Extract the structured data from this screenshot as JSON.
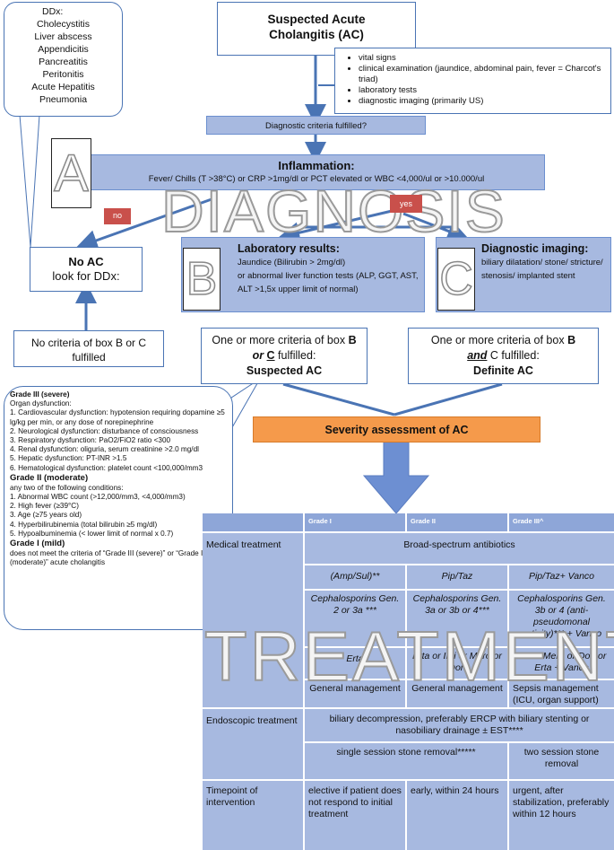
{
  "ddx": {
    "title": "DDx:",
    "items": [
      "Cholecystitis",
      "Liver abscess",
      "Appendicitis",
      "Pancreatitis",
      "Peritonitis",
      "Acute Hepatitis",
      "Pneumonia"
    ]
  },
  "top": {
    "title_line1": "Suspected Acute",
    "title_line2": "Cholangitis (AC)"
  },
  "checks": [
    "vital signs",
    "clinical examination (jaundice, abdominal pain, fever = Charcot's triad)",
    "laboratory tests",
    "diagnostic imaging (primarily US)"
  ],
  "criteria_question": "Diagnostic criteria fulfilled?",
  "inflammation": {
    "title": "Inflammation:",
    "text": "Fever/ Chills (T >38°C) or CRP >1mg/dl or PCT elevated or WBC <4,000/ul or >10.000/ul"
  },
  "labels": {
    "no": "no",
    "yes": "yes"
  },
  "letters": {
    "a": "A",
    "b": "B",
    "c": "C"
  },
  "watermarks": {
    "diagnosis": "DIAGNOSIS",
    "treatment": "TREATMENT"
  },
  "no_ac": {
    "title": "No AC",
    "sub": "look for DDx:"
  },
  "no_criteria": "No criteria of box B or C fulfilled",
  "lab": {
    "title": "Laboratory results:",
    "line1": "Jaundice (Bilirubin > 2mg/dl)",
    "line2": "or abnormal liver function tests (ALP, GGT, AST, ALT >1,5x upper limit of normal)"
  },
  "imaging": {
    "title": "Diagnostic imaging:",
    "text": "biliary dilatation/ stone/ stricture/ stenosis/ implanted stent"
  },
  "suspected": {
    "line1a": "One or more criteria of box ",
    "line1b": "B",
    "line2a": "or",
    "line2b": "C",
    "line2c": " fulfilled:",
    "result": "Suspected AC"
  },
  "definite": {
    "line1a": "One or more criteria of box ",
    "line1b": "B",
    "line2a": "and",
    "line2b": " C fulfilled:",
    "result": "Definite AC"
  },
  "severity": "Severity assessment of AC",
  "grades": {
    "g3_title": "Grade III (severe)",
    "g3_intro": "Organ dysfunction:",
    "g3_items": [
      "1. Cardiovascular dysfunction: hypotension requiring dopamine ≥5 lg/kg per min, or any dose of norepinephrine",
      "2. Neurological dysfunction: disturbance of consciousness",
      "3. Respiratory dysfunction: PaO2/FiO2 ratio <300",
      "4. Renal dysfunction: oliguria, serum creatinine >2.0 mg/dl",
      "5. Hepatic dysfunction: PT-INR >1.5",
      "6. Hematological dysfunction: platelet count <100,000/mm3"
    ],
    "g2_title": "Grade II (moderate)",
    "g2_intro": "any two of the following conditions:",
    "g2_items": [
      "1. Abnormal WBC count (>12,000/mm3, <4,000/mm3)",
      "2. High fever (≥39°C)",
      "3. Age (≥75 years old)",
      "4. Hyperbilirubinemia (total bilirubin ≥5 mg/dl)",
      "5. Hypoalbuminemia (< lower limit of normal x 0.7)"
    ],
    "g1_title": "Grade I (mild)",
    "g1_text": "does not meet the criteria of “Grade III (severe)” or “Grade II (moderate)” acute cholangitis"
  },
  "table": {
    "headers": [
      "Grade I",
      "Grade II",
      "Grade III^"
    ],
    "medical": "Medical treatment",
    "broad": "Broad-spectrum antibiotics",
    "row1": [
      "(Amp/Sul)**",
      "Pip/Taz",
      "Pip/Taz+ Vanco"
    ],
    "row2": [
      "Cephalosporins Gen. 2 or 3a ***",
      "Cephalosporins Gen. 3a or 3b or 4***",
      "Cephalosporins Gen. 3b or 4 (anti-pseudomonal activity)*** + Vanco"
    ],
    "row3": [
      "Erta",
      "Erta or Imi or Mero or Dori",
      "Imi or Mero or Dori or Erta + Vanco"
    ],
    "row4": [
      "General management",
      "General management",
      "Sepsis management (ICU, organ support)"
    ],
    "endoscopic": "Endoscopic treatment",
    "decompression": "biliary decompression, preferably ERCP with biliary stenting or nasobiliary drainage ± EST****",
    "single": "single session stone removal*****",
    "two": "two session stone removal",
    "timepoint": "Timepoint of intervention",
    "time": [
      "elective if patient does not respond to initial treatment",
      "early, within 24 hours",
      "urgent, after stabilization, preferably within 12 hours"
    ]
  }
}
